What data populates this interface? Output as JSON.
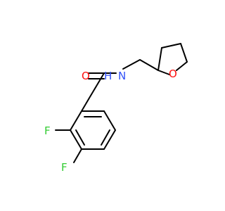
{
  "molecule": {
    "atom_color_default": "#000000",
    "atom_colors": {
      "O": "#ff0d0d",
      "N": "#3050f8",
      "F": "#33cc33"
    },
    "labels": {
      "carbonyl_oxygen": "O",
      "amide_nitrogen": "N",
      "amide_hydrogen": "H",
      "ring_oxygen": "O",
      "fluorine_2": "F",
      "fluorine_3": "F"
    }
  }
}
